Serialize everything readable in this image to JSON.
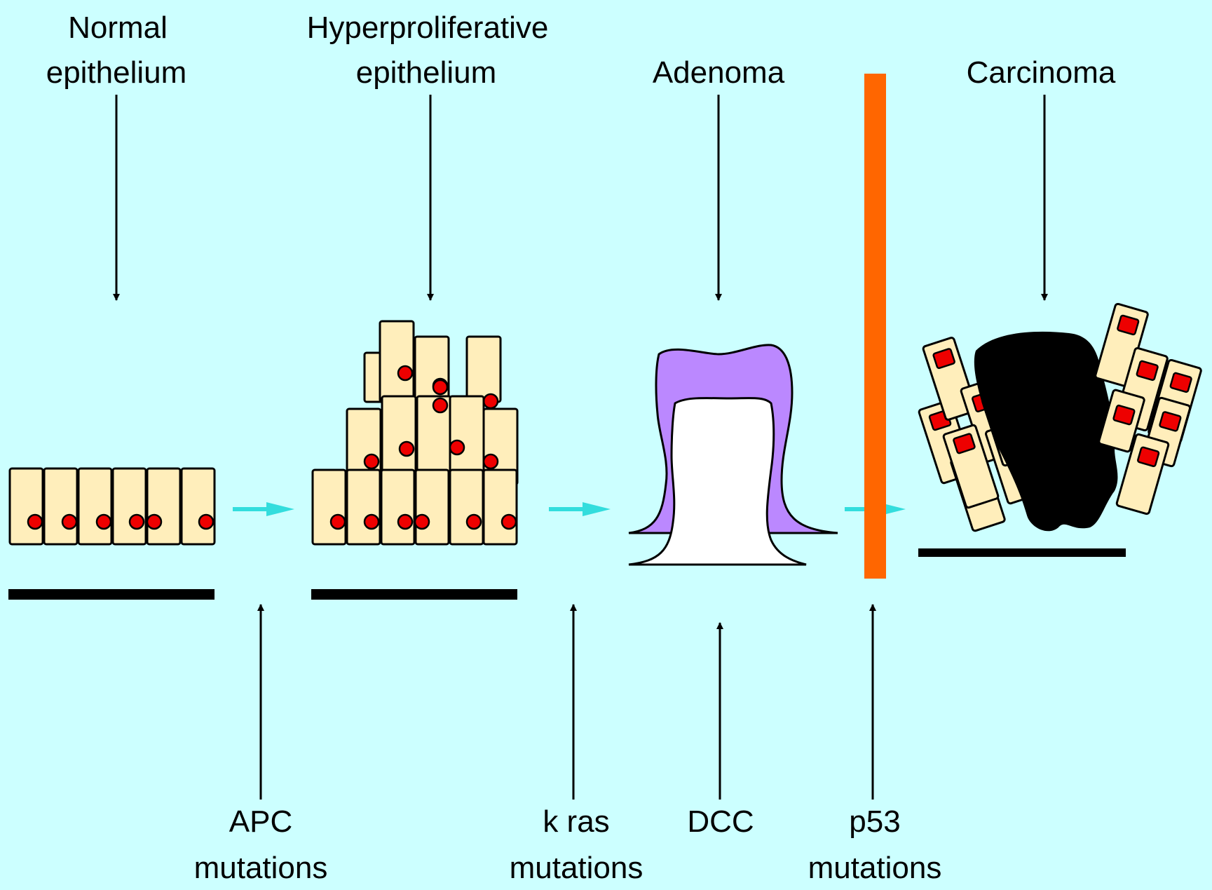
{
  "stages": [
    {
      "id": "normal",
      "line1": "Normal",
      "line2": "epithelium"
    },
    {
      "id": "hyper",
      "line1": "Hyperproliferative",
      "line2": "epithelium"
    },
    {
      "id": "adenoma",
      "line1": "",
      "line2": "Adenoma"
    },
    {
      "id": "carcinoma",
      "line1": "",
      "line2": "Carcinoma"
    }
  ],
  "mutations": [
    {
      "id": "apc",
      "line1": "APC",
      "line2": "mutations"
    },
    {
      "id": "kras",
      "line1": "k ras",
      "line2": "mutations"
    },
    {
      "id": "dcc",
      "line1": "DCC",
      "line2": ""
    },
    {
      "id": "p53",
      "line1": "p53",
      "line2": "mutations"
    }
  ],
  "colors": {
    "background": "#ccffff",
    "cell": "#ffeebb",
    "nucleus": "#ee0000",
    "flow_arrow": "#33dddd",
    "barrier": "#ff6600",
    "adenoma_mucosa": "#bb88ff",
    "tumor_mass": "#000000"
  }
}
